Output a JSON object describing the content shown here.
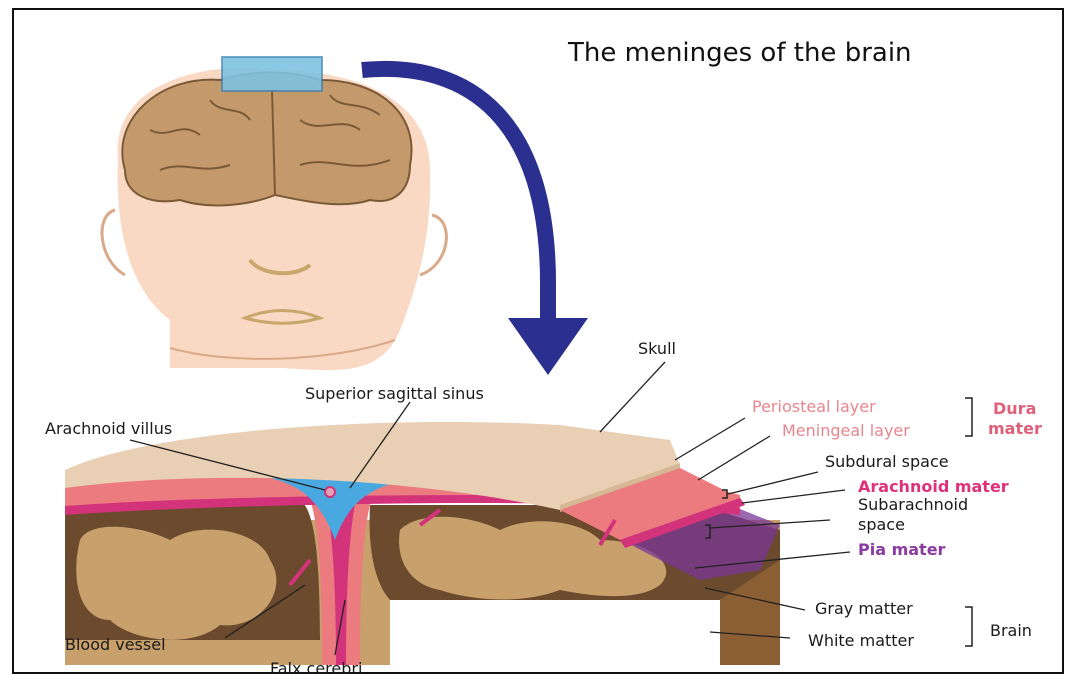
{
  "title": "The meninges of the brain",
  "labels": {
    "skull": "Skull",
    "superior_sagittal_sinus": "Superior sagittal sinus",
    "arachnoid_villus": "Arachnoid villus",
    "periosteal_layer": "Periosteal layer",
    "meningeal_layer": "Meningeal layer",
    "dura_line1": "Dura",
    "dura_line2": "mater",
    "subdural_space": "Subdural space",
    "arachnoid_mater": "Arachnoid mater",
    "subarachnoid_line1": "Subarachnoid",
    "subarachnoid_line2": "space",
    "pia_mater": "Pia mater",
    "gray_matter": "Gray matter",
    "white_matter": "White matter",
    "brain": "Brain",
    "blood_vessel": "Blood vessel",
    "falx_cerebri": "Falx cerebri"
  },
  "colors": {
    "skin": "#fad9c4",
    "brain": "#c49a6c",
    "arrow": "#2b2f8f",
    "skull": "#e9cfb3",
    "dura": "#ec7b80",
    "arachnoid": "#d2337a",
    "pia": "#7a3796",
    "gray_matter": "#6b4a2e",
    "white_matter": "#c8a06c",
    "sinus": "#4aa8e0"
  }
}
